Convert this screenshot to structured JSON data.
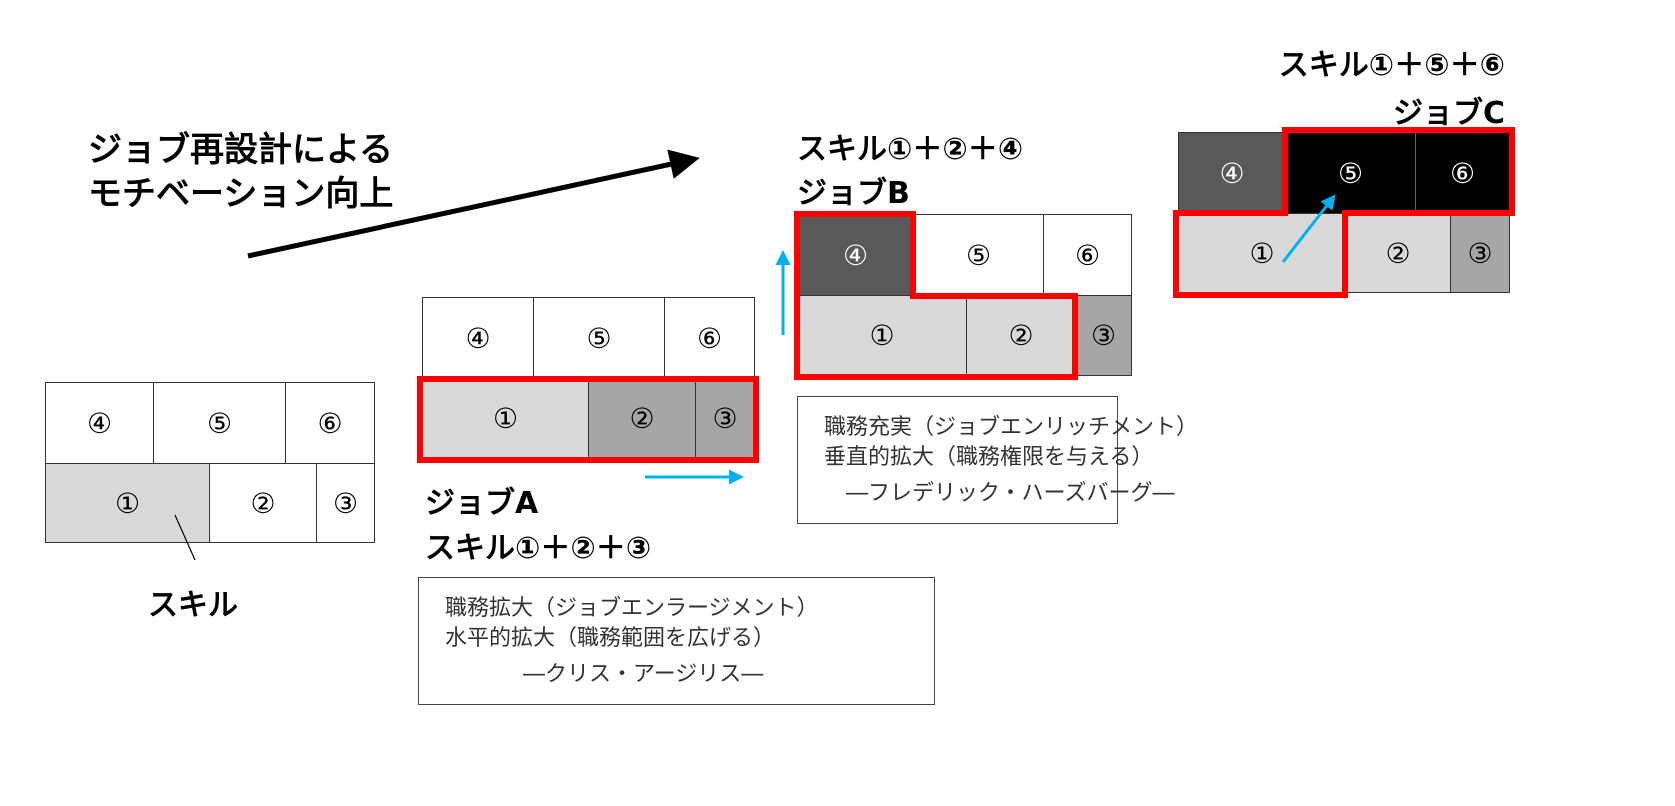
{
  "title": {
    "line1": "ジョブ再設計による",
    "line2": "モチベーション向上"
  },
  "cells": {
    "c1": "①",
    "c2": "②",
    "c3": "③",
    "c4": "④",
    "c5": "⑤",
    "c6": "⑥"
  },
  "base": {
    "label": "スキル"
  },
  "job_a": {
    "name": "ジョブA",
    "skills": "スキル①＋②＋③",
    "note": {
      "line1": "職務拡大（ジョブエンラージメント）",
      "line2": "水平的拡大（職務範囲を広げる）",
      "line3": "―クリス・アージリス―"
    }
  },
  "job_b": {
    "name": "ジョブB",
    "skills": "スキル①＋②＋④",
    "note": {
      "line1": "職務充実（ジョブエンリッチメント）",
      "line2": "垂直的拡大（職務権限を与える）",
      "line3": "―フレデリック・ハーズバーグ―"
    }
  },
  "job_c": {
    "name": "ジョブC",
    "skills": "スキル①＋⑤＋⑥"
  },
  "colors": {
    "highlight": "#ff0000",
    "arrow": "#00b0f0"
  }
}
